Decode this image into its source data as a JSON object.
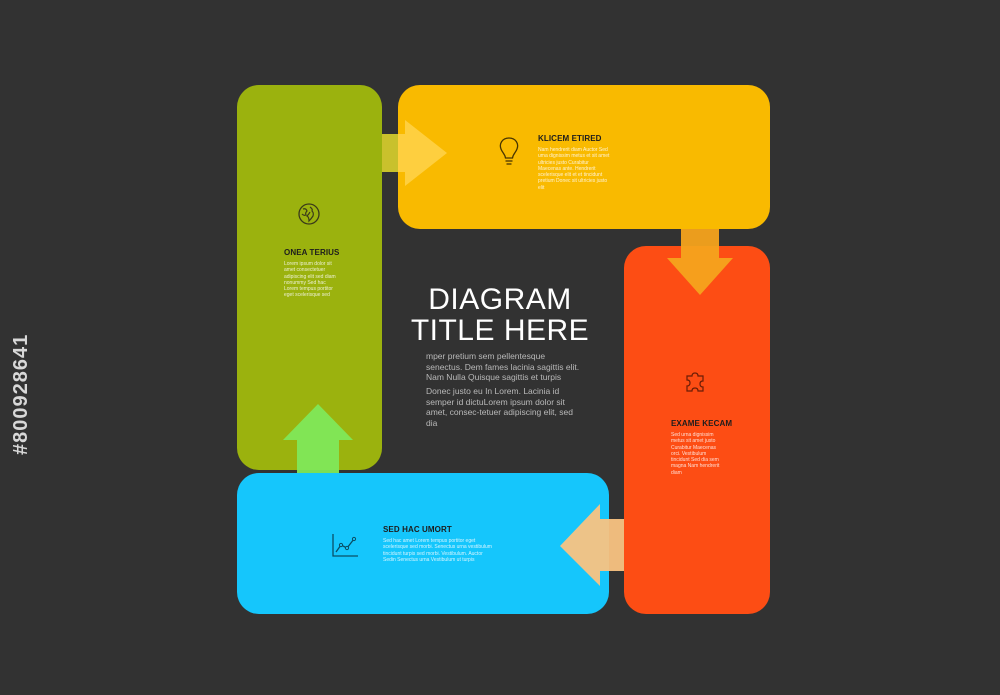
{
  "diagram": {
    "title_line1": "DIAGRAM",
    "title_line2": "TITLE HERE",
    "paragraph1": "mper pretium sem pellentesque senectus. Dem fames lacinia sagittis elit. Nam Nulla Quisque sagittis et turpis",
    "paragraph2": "Donec justo eu In Lorem. Lacinia id semper id dictuLorem ipsum dolor sit amet, consec-tetuer adipiscing elit, sed dia"
  },
  "steps": [
    {
      "title": "ONEA TERIUS",
      "text": "Lorem ipsum dolor sit amet consectetuer adipiscing elit sed diam nonummy Sed hac Lorem tempus portitor eget scelerisque sed",
      "icon": "globe-icon",
      "color": "#9bb20e"
    },
    {
      "title": "KLICEM ETIRED",
      "text": "Nam hendrerit diam Auctor Sed uma dignissim metus et sit amet ultricies justo Curabitur Maecenas ante. Hendrerit scelerisque elit et et tincidunt pretium Donec sit ultricies justo elit",
      "icon": "lightbulb-icon",
      "color": "#f9ba00"
    },
    {
      "title": "EXAME KECAM",
      "text": "Sed urna dignissim metus sit amet justo Curabitur Maecenas orci. Vestibulum tincidunt Sed dia sem magna Nam hendrerit diam",
      "icon": "puzzle-icon",
      "color": "#fd4d14"
    },
    {
      "title": "SED HAC UMORT",
      "text": "Sed hac amet Lorem tempus portitor eget scelerisque sed morbi. Senectus urna vestibulum tincidunt turpis sed morbi. Vestibulum. Auctor Sedin Senectus urna Vestibulum ut turpis",
      "icon": "line-chart-icon",
      "color": "#15c6fc"
    }
  ],
  "watermark": "#800928641"
}
